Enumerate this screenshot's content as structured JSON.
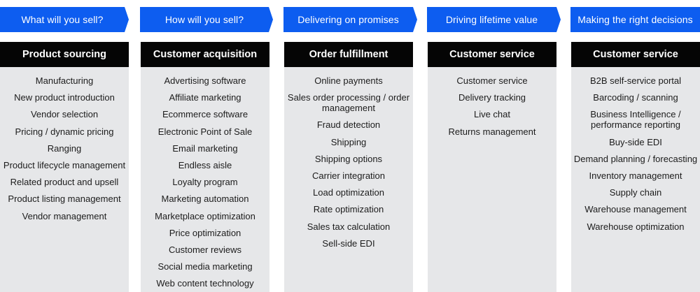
{
  "colors": {
    "stage_fill": "#0d5df0",
    "header_fill": "#050505",
    "panel_fill": "#e6e7e9"
  },
  "stages": [
    {
      "label": "What will you sell?"
    },
    {
      "label": "How will you sell?"
    },
    {
      "label": "Delivering on promises"
    },
    {
      "label": "Driving lifetime value"
    },
    {
      "label": "Making the right decisions"
    }
  ],
  "columns": [
    {
      "header": "Product sourcing",
      "items": [
        "Manufacturing",
        "New product introduction",
        "Vendor selection",
        "Pricing / dynamic pricing",
        "Ranging",
        "Product lifecycle management",
        "Related product and upsell",
        "Product listing management",
        "Vendor management"
      ]
    },
    {
      "header": "Customer acquisition",
      "items": [
        "Advertising software",
        "Affiliate marketing",
        "Ecommerce software",
        "Electronic Point of Sale",
        "Email marketing",
        "Endless aisle",
        "Loyalty program",
        "Marketing automation",
        "Marketplace optimization",
        "Price optimization",
        "Customer reviews",
        "Social media marketing",
        "Web content technology"
      ]
    },
    {
      "header": "Order fulfillment",
      "items": [
        "Online payments",
        "Sales order processing / order management",
        "Fraud detection",
        "Shipping",
        "Shipping options",
        "Carrier integration",
        "Load optimization",
        "Rate optimization",
        "Sales tax calculation",
        "Sell-side EDI"
      ]
    },
    {
      "header": "Customer service",
      "items": [
        "Customer service",
        "Delivery tracking",
        "Live chat",
        "Returns management"
      ]
    },
    {
      "header": "Customer service",
      "items": [
        "B2B self-service portal",
        "Barcoding / scanning",
        "Business Intelligence / performance reporting",
        "Buy-side EDI",
        "Demand planning / forecasting",
        "Inventory management",
        "Supply chain",
        "Warehouse management",
        "Warehouse optimization"
      ]
    }
  ]
}
